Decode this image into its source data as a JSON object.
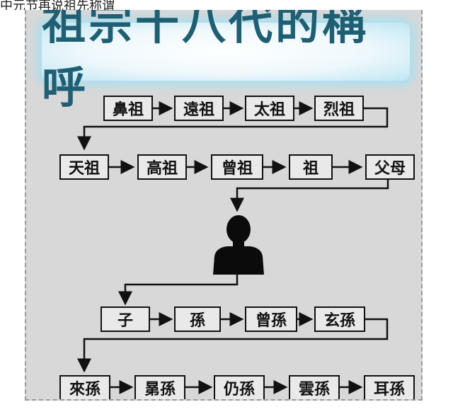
{
  "caption": "中元节再说祖先称谓",
  "title": "祖宗十八代的稱呼",
  "rows": [
    [
      "鼻祖",
      "遠祖",
      "太祖",
      "烈祖"
    ],
    [
      "天祖",
      "高祖",
      "曾祖",
      "祖",
      "父母"
    ],
    [
      "子",
      "孫",
      "曾孫",
      "玄孫"
    ],
    [
      "來孫",
      "晜孫",
      "仍孫",
      "雲孫",
      "耳孫"
    ]
  ],
  "self_icon": "person-silhouette-icon",
  "colors": {
    "panel": "#d8d8d8",
    "title_text": "#1f5f73",
    "glow": "#a8dff0",
    "box_border": "#111111"
  }
}
